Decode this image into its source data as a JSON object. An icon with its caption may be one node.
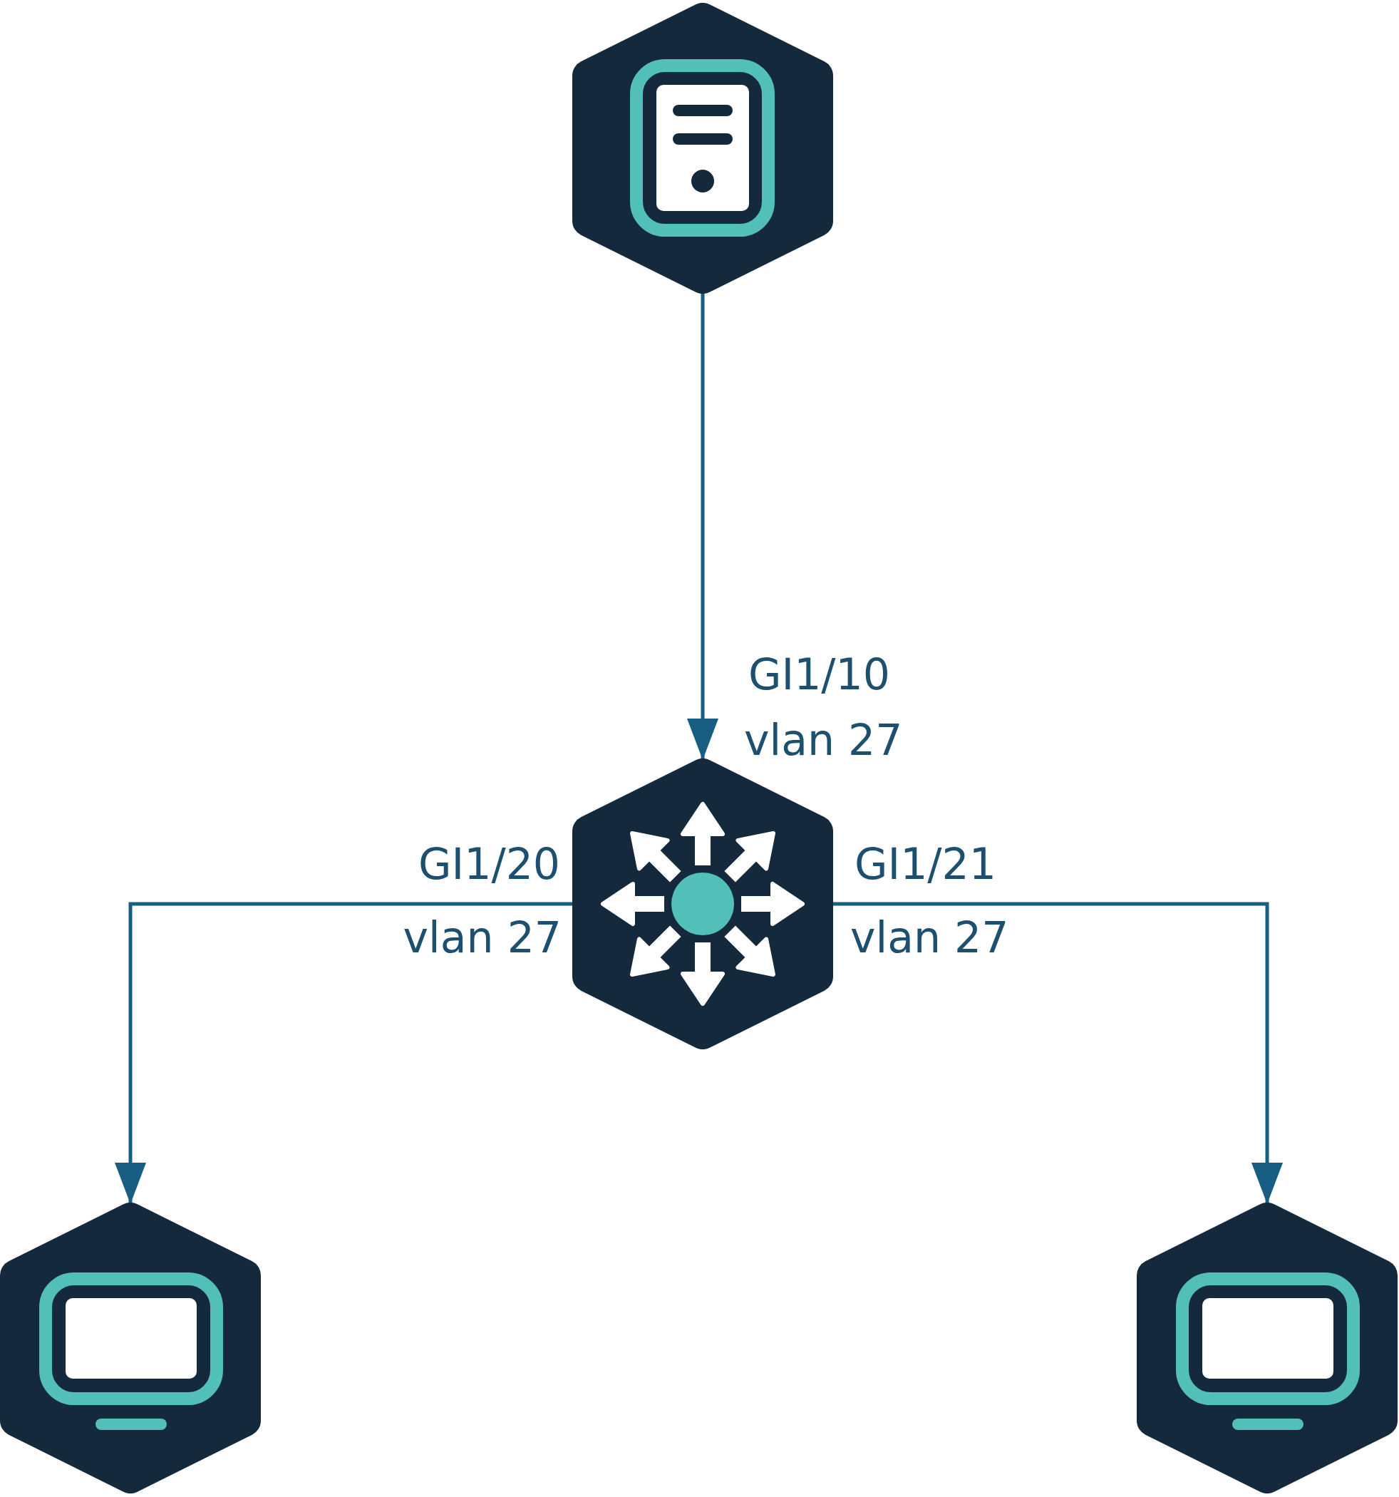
{
  "diagram": {
    "nodes": [
      {
        "text": [],
        "shape": "hexagon"
      },
      {
        "text": [],
        "shape": "hexagon"
      },
      {
        "text": [],
        "shape": "hexagon"
      },
      {
        "text": [],
        "shape": "hexagon"
      }
    ],
    "edges": [
      {
        "from": 0,
        "to": 1,
        "arrow": "to"
      },
      {
        "from": 1,
        "to": 2,
        "arrow": "to"
      },
      {
        "from": 1,
        "to": 3,
        "arrow": "to"
      }
    ],
    "labels": [
      "GI1/10",
      "vlan 27",
      "GI1/20",
      "GI1/21",
      "vlan 27",
      "vlan 27"
    ]
  }
}
